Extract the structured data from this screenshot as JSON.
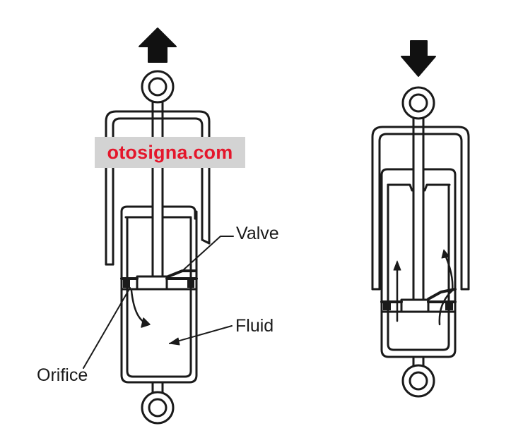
{
  "labels": {
    "valve": "Valve",
    "fluid": "Fluid",
    "orifice": "Orifice"
  },
  "watermark": {
    "text": "otosigna.com",
    "text_color": "#e4162b",
    "background_color": "#d3d3d3"
  },
  "icons": {
    "left_arrow": "arrow-up-icon",
    "right_arrow": "arrow-down-icon"
  },
  "colors": {
    "line": "#1a1a1a",
    "background": "#ffffff"
  }
}
